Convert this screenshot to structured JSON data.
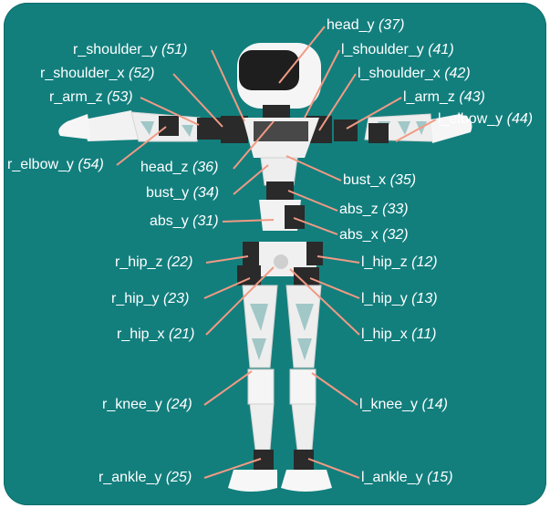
{
  "colors": {
    "background": "#127f7d",
    "leader": "#f19a84",
    "text": "#ffffff",
    "robot_white": "#f2f2f2",
    "robot_dark": "#2a2a2a"
  },
  "labels": [
    {
      "id": "head_y",
      "name": "head_y",
      "num": "(37)"
    },
    {
      "id": "r_shoulder_y",
      "name": "r_shoulder_y",
      "num": "(51)"
    },
    {
      "id": "l_shoulder_y",
      "name": "l_shoulder_y",
      "num": "(41)"
    },
    {
      "id": "r_shoulder_x",
      "name": "r_shoulder_x",
      "num": "(52)"
    },
    {
      "id": "l_shoulder_x",
      "name": "l_shoulder_x",
      "num": "(42)"
    },
    {
      "id": "r_arm_z",
      "name": "r_arm_z",
      "num": "(53)"
    },
    {
      "id": "l_arm_z",
      "name": "l_arm_z",
      "num": "(43)"
    },
    {
      "id": "l_elbow_y",
      "name": "l_elbow_y",
      "num": "(44)"
    },
    {
      "id": "r_elbow_y",
      "name": "r_elbow_y",
      "num": "(54)"
    },
    {
      "id": "head_z",
      "name": "head_z",
      "num": "(36)"
    },
    {
      "id": "bust_x",
      "name": "bust_x",
      "num": "(35)"
    },
    {
      "id": "bust_y",
      "name": "bust_y",
      "num": "(34)"
    },
    {
      "id": "abs_z",
      "name": "abs_z",
      "num": "(33)"
    },
    {
      "id": "abs_y",
      "name": "abs_y",
      "num": "(31)"
    },
    {
      "id": "abs_x",
      "name": "abs_x",
      "num": "(32)"
    },
    {
      "id": "r_hip_z",
      "name": "r_hip_z",
      "num": "(22)"
    },
    {
      "id": "l_hip_z",
      "name": "l_hip_z",
      "num": "(12)"
    },
    {
      "id": "r_hip_y",
      "name": "r_hip_y",
      "num": "(23)"
    },
    {
      "id": "l_hip_y",
      "name": "l_hip_y",
      "num": "(13)"
    },
    {
      "id": "r_hip_x",
      "name": "r_hip_x",
      "num": "(21)"
    },
    {
      "id": "l_hip_x",
      "name": "l_hip_x",
      "num": "(11)"
    },
    {
      "id": "r_knee_y",
      "name": "r_knee_y",
      "num": "(24)"
    },
    {
      "id": "l_knee_y",
      "name": "l_knee_y",
      "num": "(14)"
    },
    {
      "id": "r_ankle_y",
      "name": "r_ankle_y",
      "num": "(25)"
    },
    {
      "id": "l_ankle_y",
      "name": "l_ankle_y",
      "num": "(15)"
    }
  ]
}
